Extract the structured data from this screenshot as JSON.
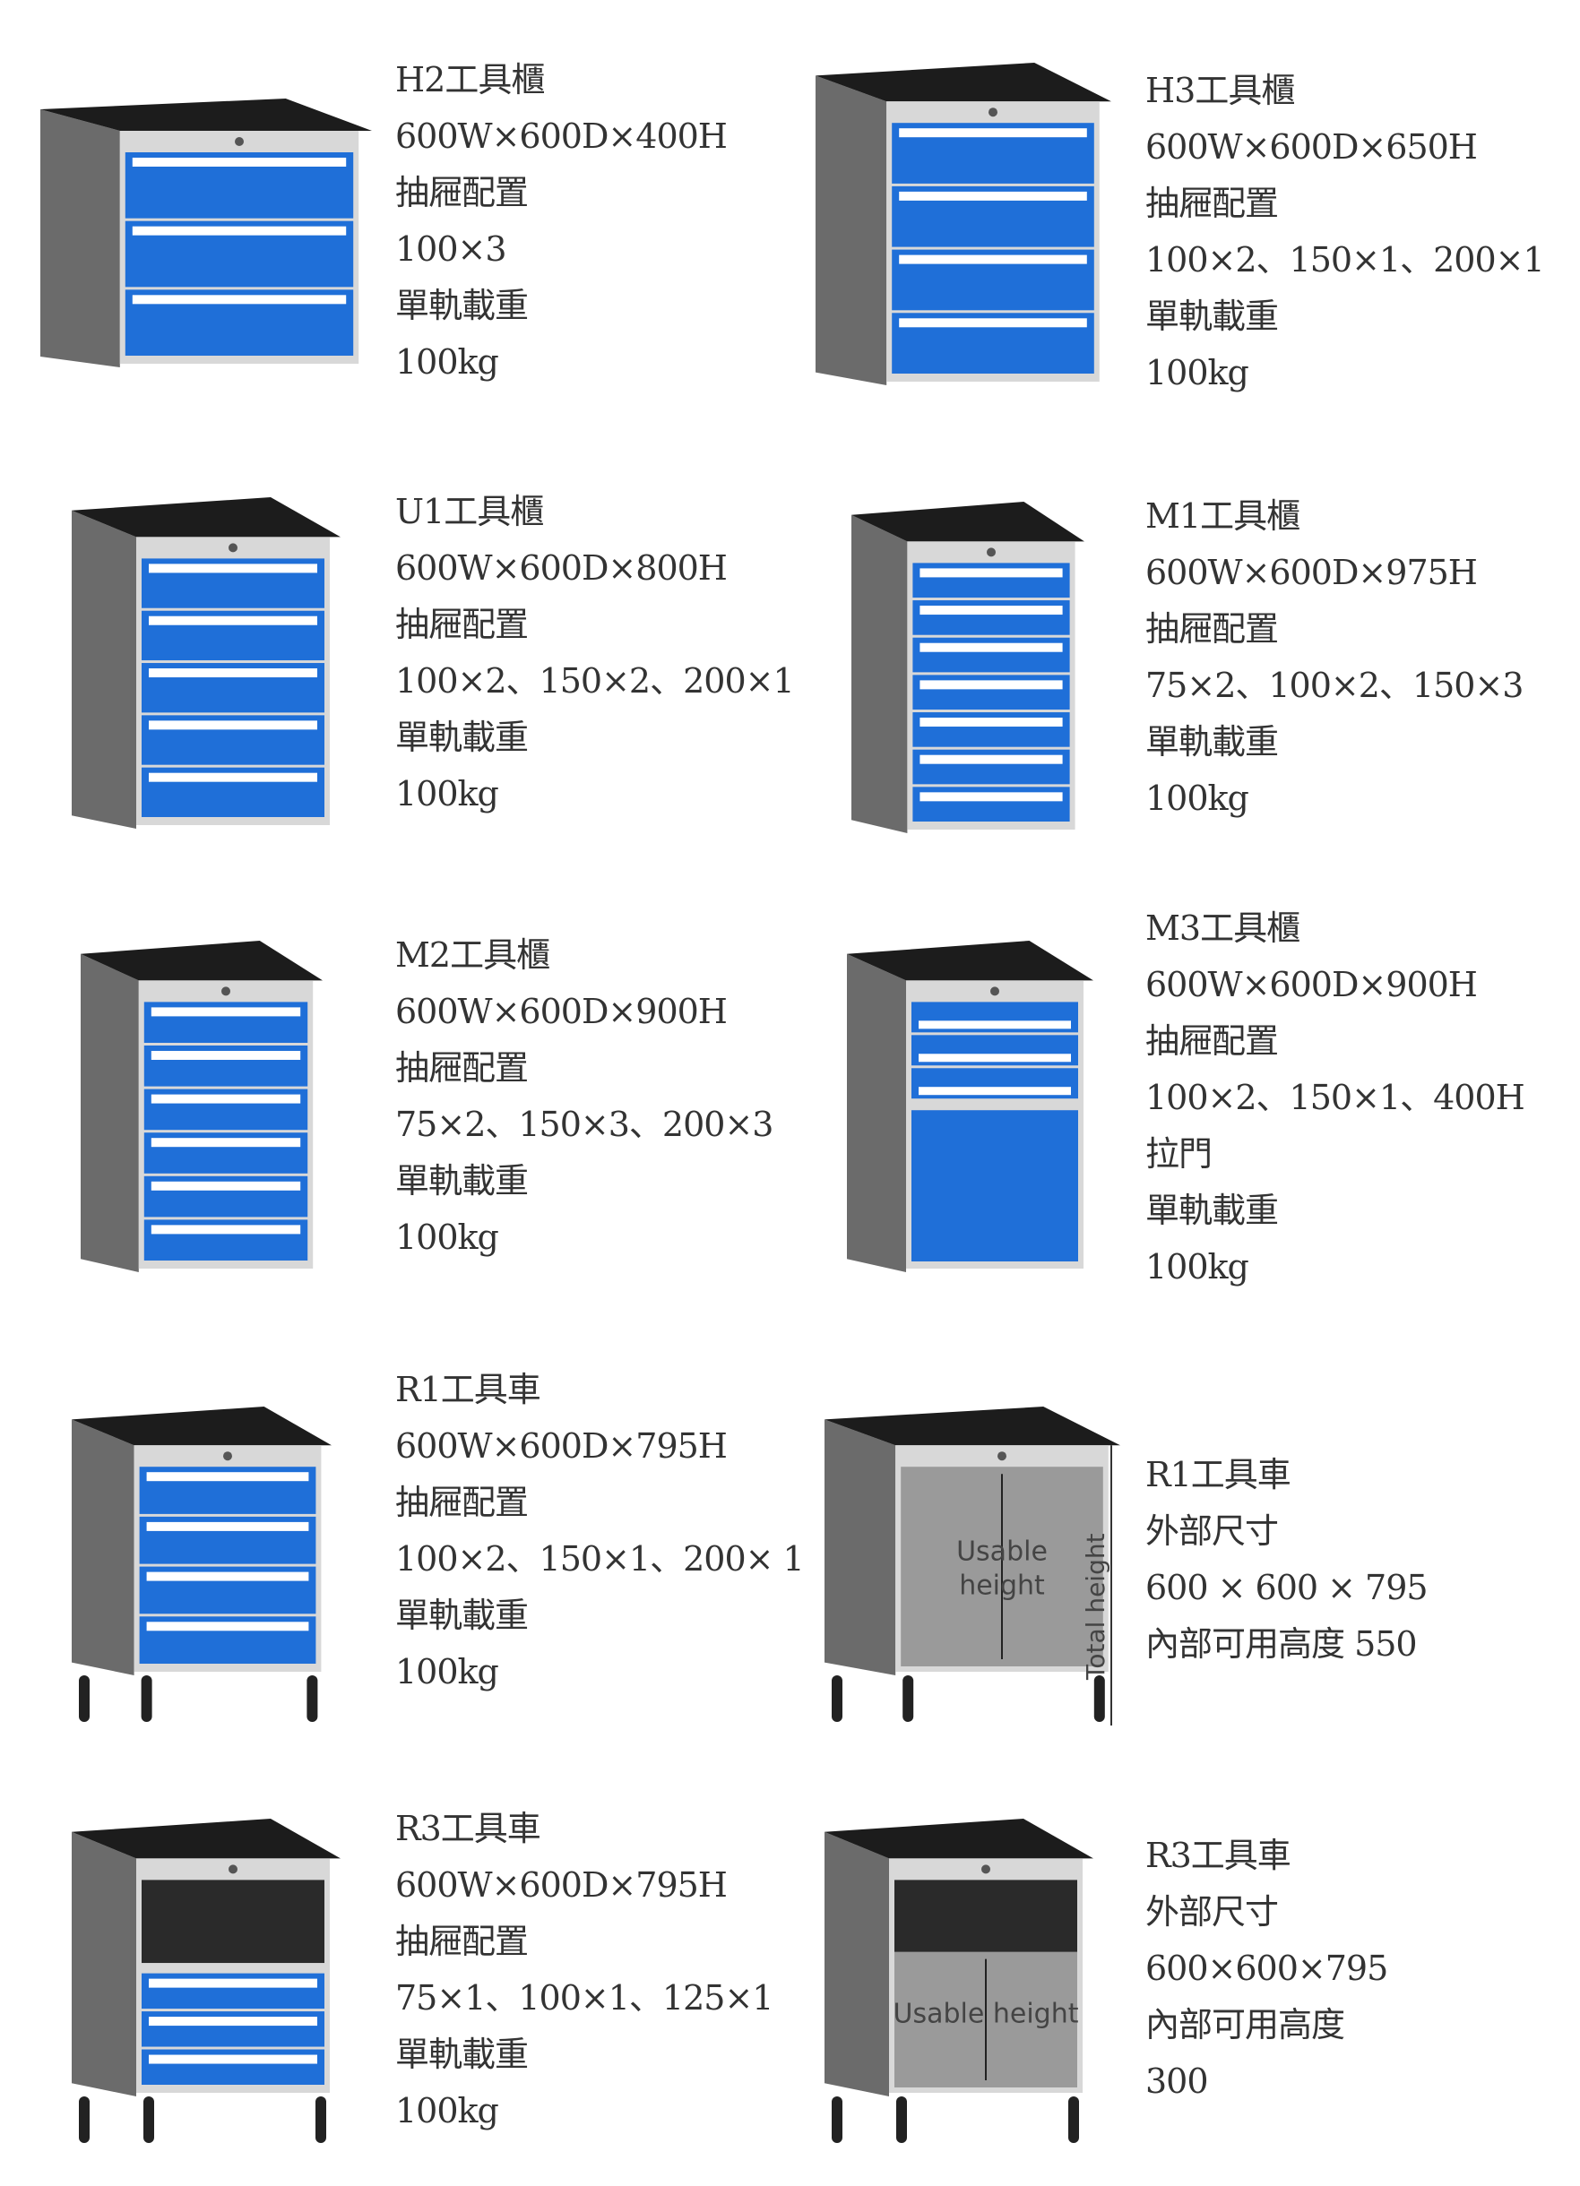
{
  "products": [
    {
      "name": "H2工具櫃",
      "lines": [
        "H2工具櫃",
        "600W×600D×400H",
        "抽屜配置",
        "100×3",
        "單軌載重",
        "100kg"
      ]
    },
    {
      "name": "H3工具櫃",
      "lines": [
        "H3工具櫃",
        "600W×600D×650H",
        "抽屜配置",
        "100×2、150×1、200×1",
        "單軌載重",
        "100kg"
      ]
    },
    {
      "name": "U1工具櫃",
      "lines": [
        "U1工具櫃",
        "600W×600D×800H",
        "抽屜配置",
        "100×2、150×2、200×1",
        "單軌載重",
        "100kg"
      ]
    },
    {
      "name": "M1工具櫃",
      "lines": [
        "M1工具櫃",
        "600W×600D×975H",
        "抽屜配置",
        "75×2、100×2、150×3",
        "單軌載重",
        "100kg"
      ]
    },
    {
      "name": "M2工具櫃",
      "lines": [
        "M2工具櫃",
        "600W×600D×900H",
        "抽屜配置",
        "75×2、150×3、200×3",
        "單軌載重",
        "100kg"
      ]
    },
    {
      "name": "M3工具櫃",
      "lines": [
        "M3工具櫃",
        "600W×600D×900H",
        "抽屜配置",
        "100×2、150×1、400H",
        "拉門",
        "單軌載重",
        "100kg"
      ]
    },
    {
      "name": "R1工具車",
      "lines": [
        "R1工具車",
        "600W×600D×795H",
        "抽屜配置",
        "100×2、150×1、200× 1",
        "單軌載重",
        "100kg"
      ]
    },
    {
      "name": "R1工具車",
      "lines": [
        "R1工具車",
        "外部尺寸",
        "600 × 600 × 795",
        "內部可用高度 550"
      ],
      "diagram": {
        "usable": "Usable height",
        "total": "Total height"
      }
    },
    {
      "name": "R3工具車",
      "lines": [
        "R3工具車",
        "600W×600D×795H",
        "抽屜配置",
        "75×1、100×1、125×1",
        "單軌載重",
        "100kg"
      ]
    },
    {
      "name": "R3工具車",
      "lines": [
        "R3工具車",
        "外部尺寸",
        "600×600×795",
        "內部可用高度",
        "300"
      ],
      "diagram": {
        "usable": "Usable height"
      }
    }
  ],
  "colors": {
    "drawer_blue": "#1f6fd8",
    "body_gray": "#6b6b6b",
    "top_black": "#1c1c1c",
    "frame": "#d8d8d8"
  }
}
